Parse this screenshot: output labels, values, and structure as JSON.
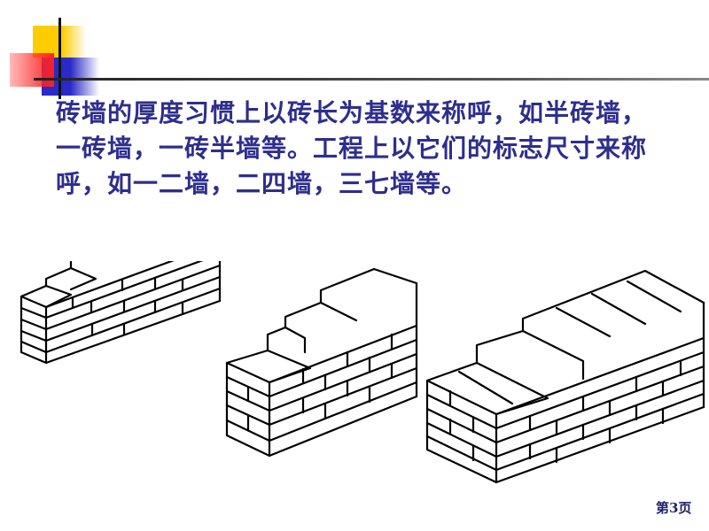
{
  "slide": {
    "body_lines": [
      "砖墙的厚度习惯上以砖长为基数来称呼，如半砖墙，",
      "一砖墙，一砖半墙等。工程上以它们的标志尺寸来称",
      "呼，如一二墙，二四墙，三七墙等。"
    ],
    "page_label": "第3页",
    "text_color": "#2e2e8e",
    "figures": [
      {
        "name": "half-brick-wall",
        "description": "半砖墙 brick wall illustration"
      },
      {
        "name": "one-brick-wall",
        "description": "一砖墙 brick wall illustration"
      },
      {
        "name": "one-and-half-brick-wall",
        "description": "一砖半墙 brick wall illustration"
      }
    ]
  }
}
